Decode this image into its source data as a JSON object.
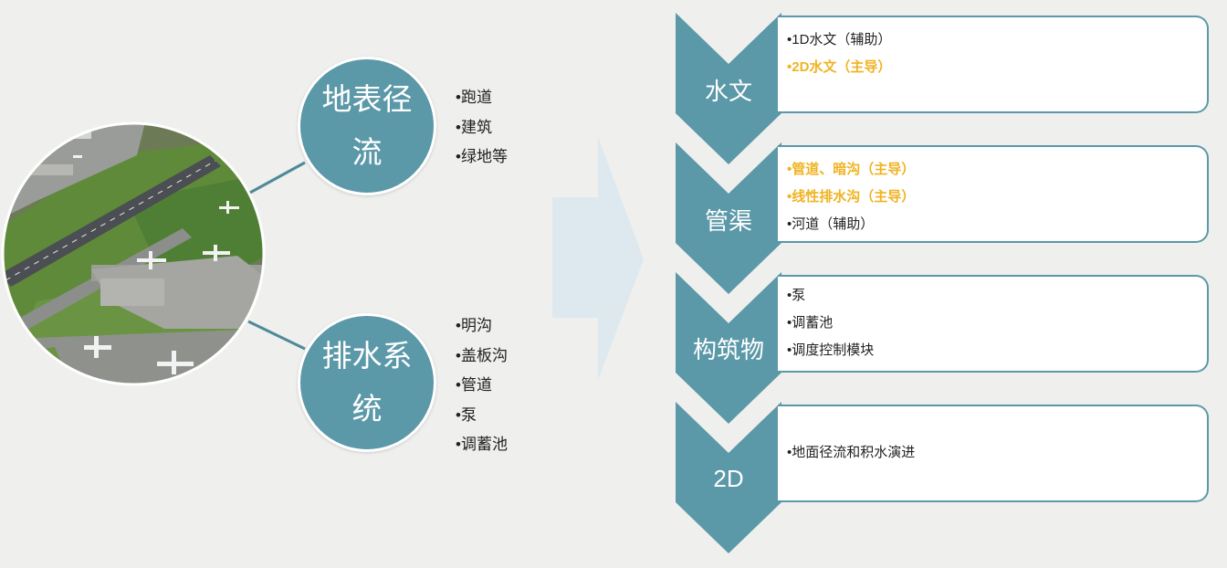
{
  "left": {
    "runoff": {
      "title": "地表径流",
      "items": [
        "•跑道",
        "•建筑",
        "•绿地等"
      ]
    },
    "drainage": {
      "title": "排水系统",
      "items": [
        "•明沟",
        "•盖板沟",
        "•管道",
        "•泵",
        "•调蓄池"
      ]
    }
  },
  "stages": [
    {
      "label": "水文",
      "items": [
        {
          "text": "•1D水文（辅助）",
          "highlight": false
        },
        {
          "text": "•2D水文（主导）",
          "highlight": true
        }
      ]
    },
    {
      "label": "管渠",
      "items": [
        {
          "text": "•管道、暗沟（主导）",
          "highlight": true
        },
        {
          "text": "•线性排水沟（主导）",
          "highlight": true
        },
        {
          "text": "•河道（辅助）",
          "highlight": false
        }
      ]
    },
    {
      "label": "构筑物",
      "items": [
        {
          "text": "•泵",
          "highlight": false
        },
        {
          "text": "•调蓄池",
          "highlight": false
        },
        {
          "text": "•调度控制模块",
          "highlight": false
        }
      ]
    },
    {
      "label": "2D",
      "items": [
        {
          "text": "•地面径流和积水演进",
          "highlight": false
        }
      ]
    }
  ],
  "colors": {
    "teal": "#5b98a8",
    "highlight": "#f0b322",
    "arrow": "#dde9ee",
    "background": "#efefed"
  },
  "image": {
    "subject": "airport-aerial-photo"
  }
}
